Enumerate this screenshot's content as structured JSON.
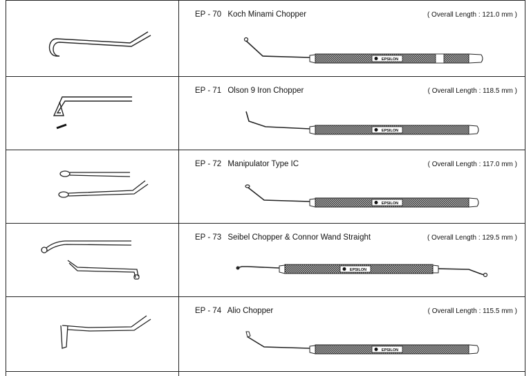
{
  "brand": "EPSILON",
  "overall_length_prefix": "( Overall Length : ",
  "overall_length_suffix": " mm )",
  "products": [
    {
      "code": "EP - 70",
      "name": "Koch Minami Chopper",
      "length": "121.0",
      "tip": "hook"
    },
    {
      "code": "EP - 71",
      "name": "Olson 9 Iron Chopper",
      "length": "118.5",
      "tip": "loop"
    },
    {
      "code": "EP - 72",
      "name": "Manipulator Type IC",
      "length": "117.0",
      "tip": "spatula"
    },
    {
      "code": "EP - 73",
      "name": "Seibel Chopper & Connor Wand Straight",
      "length": "129.5",
      "tip": "double"
    },
    {
      "code": "EP - 74",
      "name": "Alio Chopper",
      "length": "115.5",
      "tip": "blade"
    }
  ]
}
